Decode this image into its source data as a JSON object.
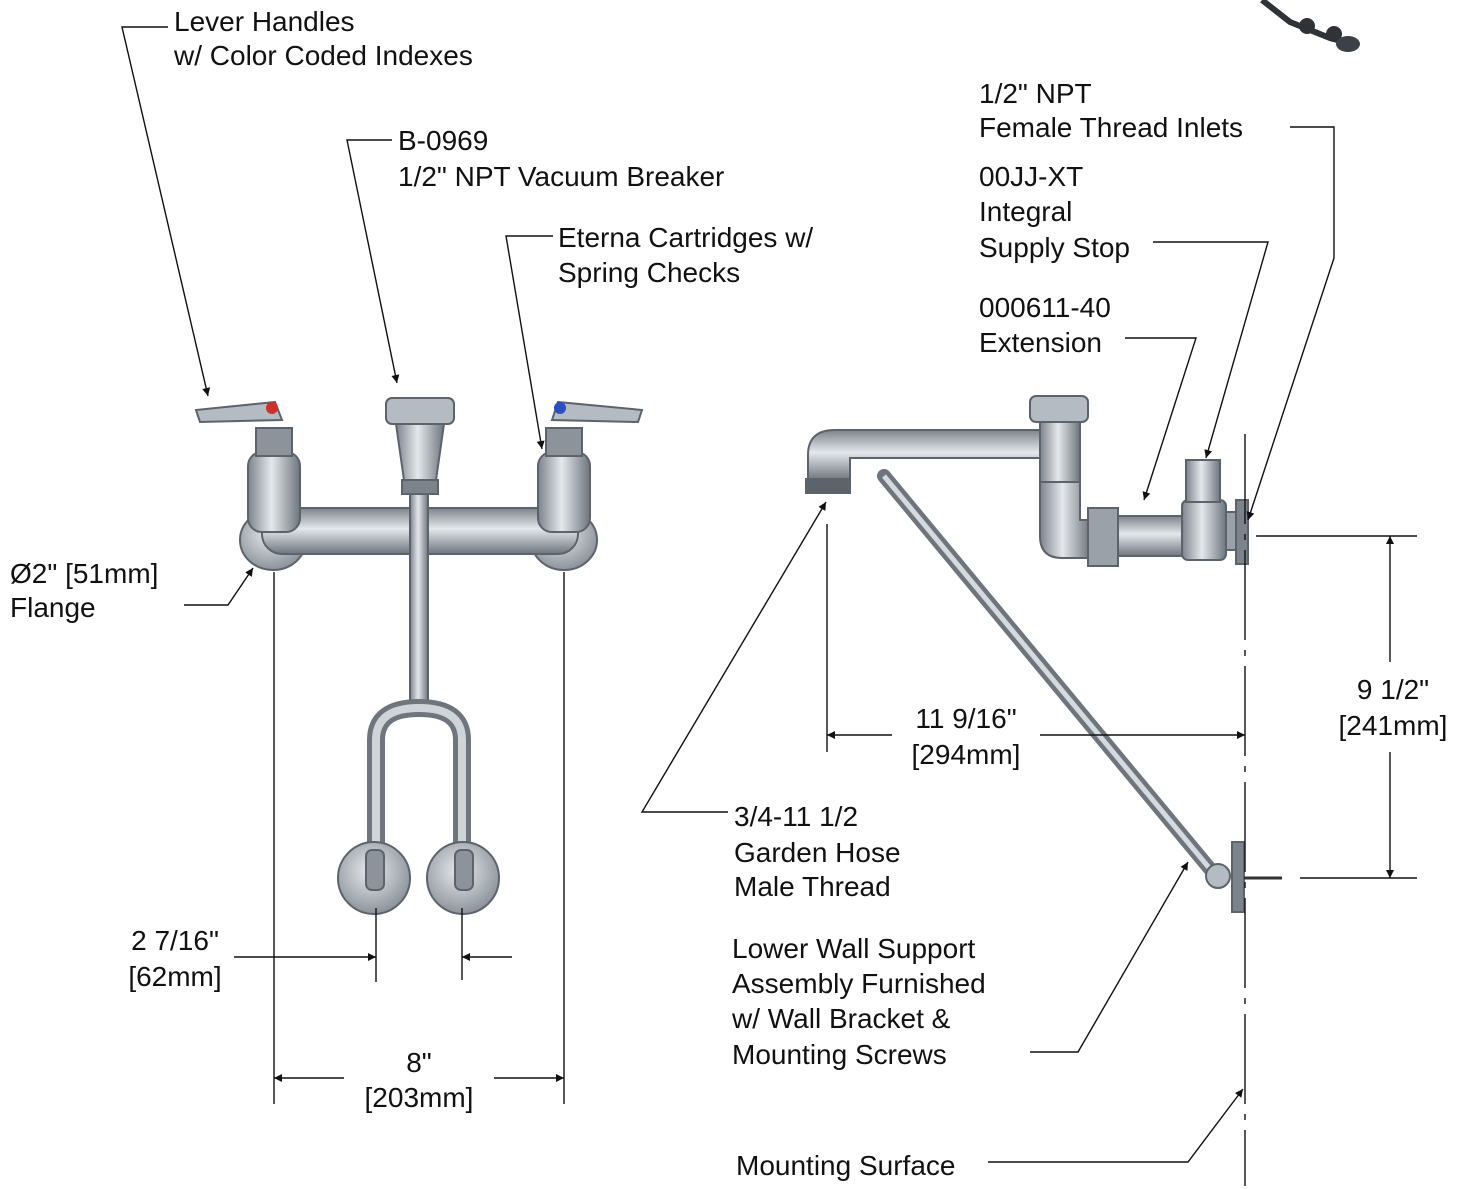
{
  "callouts": {
    "lever_handles": [
      "Lever  Handles",
      "w/ Color Coded Indexes"
    ],
    "vacuum_breaker": [
      "B-0969",
      "1/2\" NPT Vacuum Breaker"
    ],
    "cartridges": [
      "Eterna Cartridges w/",
      "Spring Checks"
    ],
    "flange": [
      "Ø2\" [51mm]",
      "Flange"
    ],
    "inlets": [
      "1/2\" NPT",
      "Female Thread Inlets"
    ],
    "supply_stop": [
      "00JJ-XT",
      "Integral",
      "Supply Stop"
    ],
    "extension": [
      "000611-40",
      "Extension"
    ],
    "hose_thread": [
      "3/4-11 1/2",
      "Garden Hose",
      "Male Thread"
    ],
    "wall_support": [
      "Lower Wall Support",
      "Assembly Furnished",
      "w/ Wall Bracket &",
      "Mounting Screws"
    ],
    "mounting_surface": [
      "Mounting Surface"
    ]
  },
  "dimensions": {
    "centers": [
      "8\"",
      "[203mm]"
    ],
    "leg_spacing": [
      "2 7/16\"",
      "[62mm]"
    ],
    "spout_reach": [
      "11 9/16\"",
      "[294mm]"
    ],
    "support_height": [
      "9 1/2\"",
      "[241mm]"
    ]
  },
  "colors": {
    "line": "#111111",
    "metal_light": "#c9ced4",
    "metal_mid": "#9aa1a9",
    "metal_dark": "#5d636b",
    "hot_index": "#d0302a",
    "cold_index": "#2a4fc0"
  }
}
